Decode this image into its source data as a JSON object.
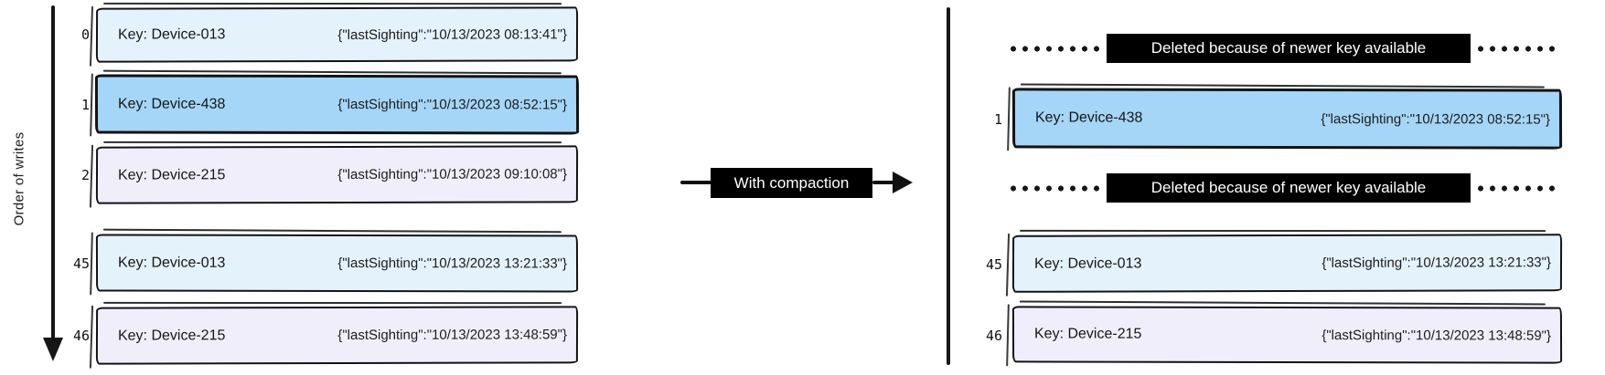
{
  "colors": {
    "record_lightblue": "#e4f2fc",
    "record_blue": "#a5d6f7",
    "record_lavender": "#f1eefb",
    "label_bg": "#000000",
    "label_text": "#ffffff",
    "ink": "#161616"
  },
  "left_panel": {
    "axis_label": "Order of writes",
    "rows": [
      {
        "index": "0",
        "key": "Key: Device-013",
        "value": "{\"lastSighting\":\"10/13/2023 08:13:41\"}"
      },
      {
        "index": "1",
        "key": "Key: Device-438",
        "value": "{\"lastSighting\":\"10/13/2023 08:52:15\"}"
      },
      {
        "index": "2",
        "key": "Key: Device-215",
        "value": "{\"lastSighting\":\"10/13/2023 09:10:08\"}"
      },
      {
        "index": "45",
        "key": "Key: Device-013",
        "value": "{\"lastSighting\":\"10/13/2023 13:21:33\"}"
      },
      {
        "index": "46",
        "key": "Key: Device-215",
        "value": "{\"lastSighting\":\"10/13/2023 13:48:59\"}"
      }
    ]
  },
  "transition": {
    "arrow_label": "With compaction"
  },
  "right_panel": {
    "deleted_label_1": "Deleted because of newer key available",
    "deleted_label_2": "Deleted because of newer key available",
    "rows": [
      {
        "index": "1",
        "key": "Key: Device-438",
        "value": "{\"lastSighting\":\"10/13/2023 08:52:15\"}"
      },
      {
        "index": "45",
        "key": "Key: Device-013",
        "value": "{\"lastSighting\":\"10/13/2023 13:21:33\"}"
      },
      {
        "index": "46",
        "key": "Key: Device-215",
        "value": "{\"lastSighting\":\"10/13/2023 13:48:59\"}"
      }
    ]
  }
}
